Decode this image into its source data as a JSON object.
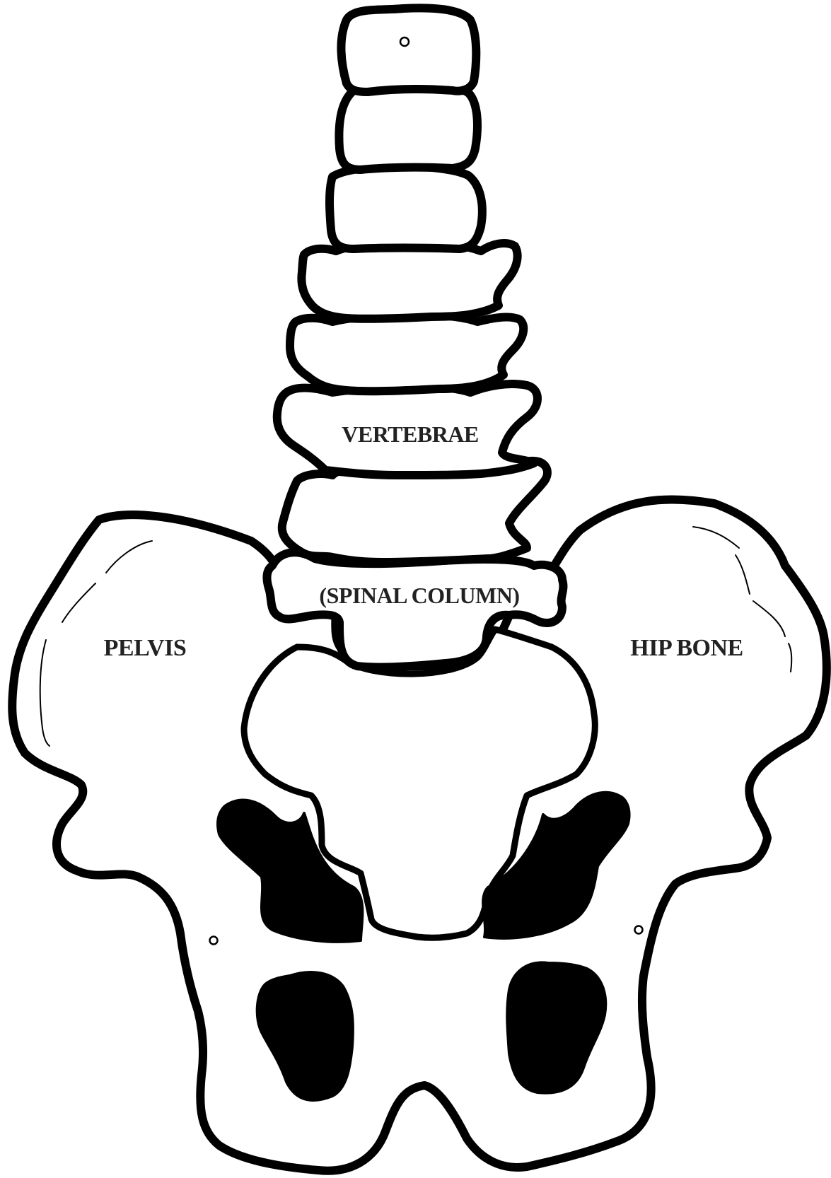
{
  "labels": {
    "vertebrae": "VERTEBRAE",
    "spinal_column": "(SPINAL COLUMN)",
    "pelvis": "PELVIS",
    "hip_bone": "HIP BONE"
  },
  "colors": {
    "outline": "#000000",
    "fill": "#ffffff",
    "text": "#222222"
  }
}
